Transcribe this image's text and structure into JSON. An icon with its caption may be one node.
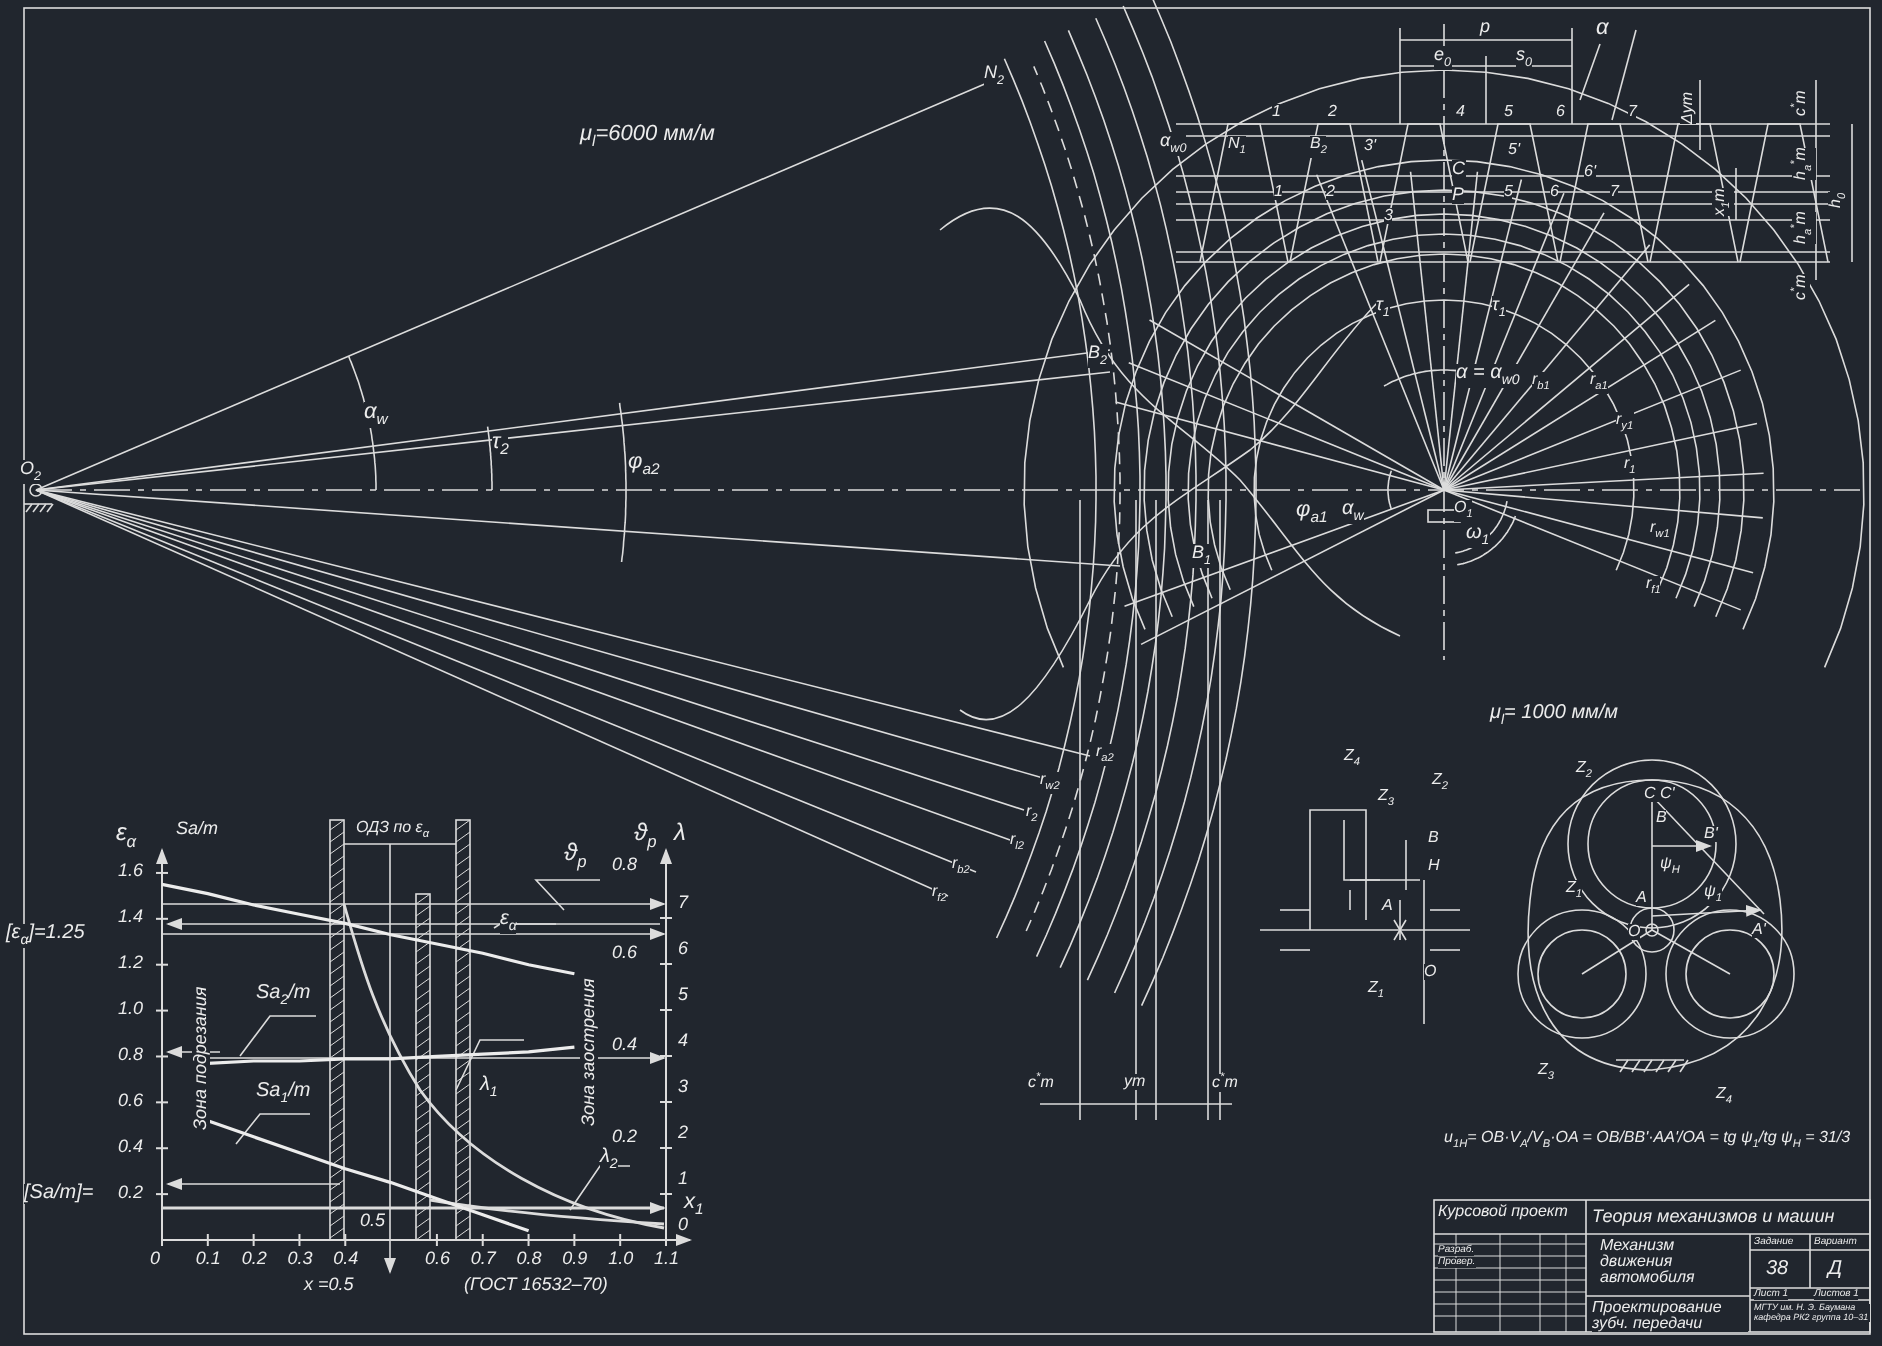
{
  "diagram": {
    "labels": [
      "μ$_{l}$=6000 мм/м",
      "O$_{2}$",
      "N$_{2}$",
      "α$_{w}$",
      "τ$_{2}$",
      "φ$_{a2}$",
      "B$_{2}$",
      "B$_{1}$",
      "r$_{a2}$",
      "r$_{w2}$",
      "r$_{2}$",
      "r$_{l2}$",
      "r$_{b2}$",
      "r$_{f2}$",
      "c$^{*}$m",
      "ym",
      "c$^{*}$m",
      "p",
      "e$_{0}$",
      "s$_{0}$",
      "α",
      "α$_{w0}$",
      "N$_{1}$",
      "B$_{2}$",
      "Δym",
      "c$^{*}$m",
      "x$_{1}$m",
      "h$_{a}$$^{*}$m",
      "h$_{a}$$^{*}$m",
      "h$_{0}$",
      "c$^{*}$m",
      "C",
      "P",
      "1",
      "2",
      "3'",
      "4",
      "5",
      "5'",
      "6",
      "7",
      "6'",
      "1",
      "2",
      "3",
      "5",
      "6",
      "7",
      "τ$_{1}$",
      "τ$_{1}$",
      "α = α$_{w0}$",
      "r$_{b1}$",
      "r$_{a1}$",
      "r$_{y1}$",
      "r$_{1}$",
      "r$_{w1}$",
      "r$_{f1}$",
      "O$_{1}$",
      "ω$_{1}$",
      "φ$_{a1}$",
      "α$_{w}$",
      "ε$_{α}$",
      "Sa/m",
      "ОДЗ по ε$_{α}$",
      "ϑ$_{p}$",
      "λ",
      "[ε$_{α}$]=1.25",
      "[Sa/m]=",
      "0.8",
      "0.6",
      "0.4",
      "0.2",
      "7",
      "6",
      "5",
      "4",
      "3",
      "2",
      "1",
      "0",
      "ϑ$_{p}$",
      "λ$_{1}$",
      "λ$_{2}$",
      "Зона подрезания",
      "Зона заострения",
      "0.5",
      "x =0.5",
      "(ГОСТ 16532–70)",
      "μ$_{l}$= 1000 мм/м",
      "Z$_{4}$",
      "Z$_{2}$",
      "Z$_{3}$",
      "B",
      "H",
      "A",
      "O",
      "Z$_{1}$",
      "Z$_{2}$",
      "C C'",
      "B",
      "B'",
      "ψ$_{H}$",
      "Z$_{1}$",
      "A",
      "ψ$_{1}$",
      "O",
      "A'",
      "Z$_{3}$",
      "Z$_{4}$",
      "u$_{1H}$= OB·V$_{A}$/V$_{B}$·OA = OB/BB'·AA'/OA = tg ψ$_{1}$/tg ψ$_{H}$ = 31/3",
      "Курсовой проект",
      "Теория механизмов и машин",
      "Разраб.",
      "Провер.",
      "Механизм движения автомобиля",
      "Задание",
      "Вариант",
      "38",
      "Д",
      "Лист 1",
      "Листов 1",
      "Проектирование зубч. передачи",
      "МГТУ им. Н. Э. Баумана кафедра РК2 группа 10–31"
    ],
    "chart_data": {
      "type": "line",
      "xlabel": "x$_{1}$",
      "x": [
        0,
        0.1,
        0.2,
        0.3,
        0.4,
        0.5,
        0.6,
        0.7,
        0.8,
        0.9
      ],
      "series": [
        {
          "name": "ε$_{α}$",
          "color": "#ececec",
          "values": [
            1.55,
            1.51,
            1.46,
            1.42,
            1.38,
            1.33,
            1.29,
            1.25,
            1.2,
            1.16
          ]
        },
        {
          "name": "Sa$_{2}$/m",
          "color": "#ececec",
          "values": [
            null,
            0.77,
            0.78,
            0.78,
            0.79,
            0.79,
            0.8,
            0.81,
            0.82,
            0.84
          ]
        },
        {
          "name": "Sa$_{1}$/m",
          "color": "#ececec",
          "values": [
            null,
            0.52,
            0.45,
            0.38,
            0.31,
            0.25,
            0.18,
            0.11,
            0.04,
            null
          ]
        }
      ],
      "xlim": [
        0,
        1.1
      ],
      "ylim": [
        0,
        1.7
      ],
      "xticks": [
        0,
        0.1,
        0.2,
        0.3,
        0.4,
        0.6,
        0.7,
        0.8,
        0.9,
        {
          "value": 1.0,
          "label": "1.0"
        },
        1.1
      ],
      "yticks": [
        0.2,
        0.4,
        0.6,
        0.8,
        {
          "value": 1.0,
          "label": "1.0"
        },
        1.2,
        1.4,
        1.6
      ]
    }
  }
}
